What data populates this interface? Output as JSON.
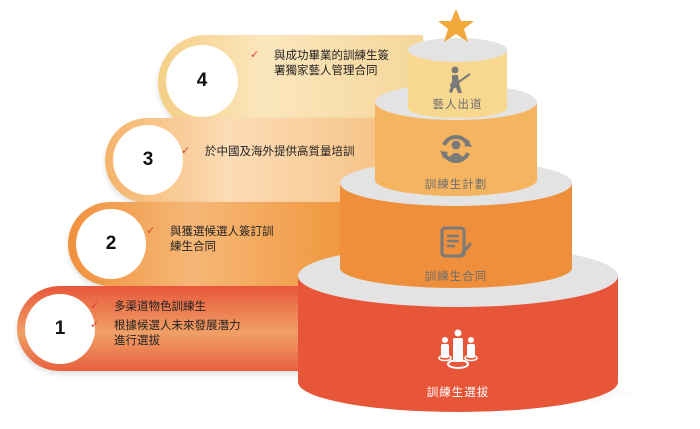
{
  "diagram": {
    "type": "stacked-cake-steps",
    "colors": {
      "tier1": "#e8563a",
      "tier2": "#ef8e3b",
      "tier3": "#f5b560",
      "tier4": "#f8d78f",
      "top_surface": "#e3e3e3",
      "icon_gray": "#7a7a7a",
      "check_red": "#d4452a",
      "star": "#f2a93b"
    },
    "steps": [
      {
        "number": "1",
        "items": [
          "多渠道物色訓練生",
          "根據候選人未來發展潛力進行選拔"
        ],
        "tier_label": "訓練生選拔",
        "tier_icon": "people-group-icon"
      },
      {
        "number": "2",
        "items": [
          "與獲選候選人簽訂訓練生合同"
        ],
        "tier_label": "訓練生合同",
        "tier_icon": "contract-document-icon"
      },
      {
        "number": "3",
        "items": [
          "於中國及海外提供高質量培訓"
        ],
        "tier_label": "訓練生計劃",
        "tier_icon": "person-cycle-icon"
      },
      {
        "number": "4",
        "items": [
          "與成功畢業的訓練生簽署獨家藝人管理合同"
        ],
        "tier_label": "藝人出道",
        "tier_icon": "guitar-player-icon"
      }
    ],
    "check_glyph": "✓",
    "top_icon": "star-icon"
  }
}
